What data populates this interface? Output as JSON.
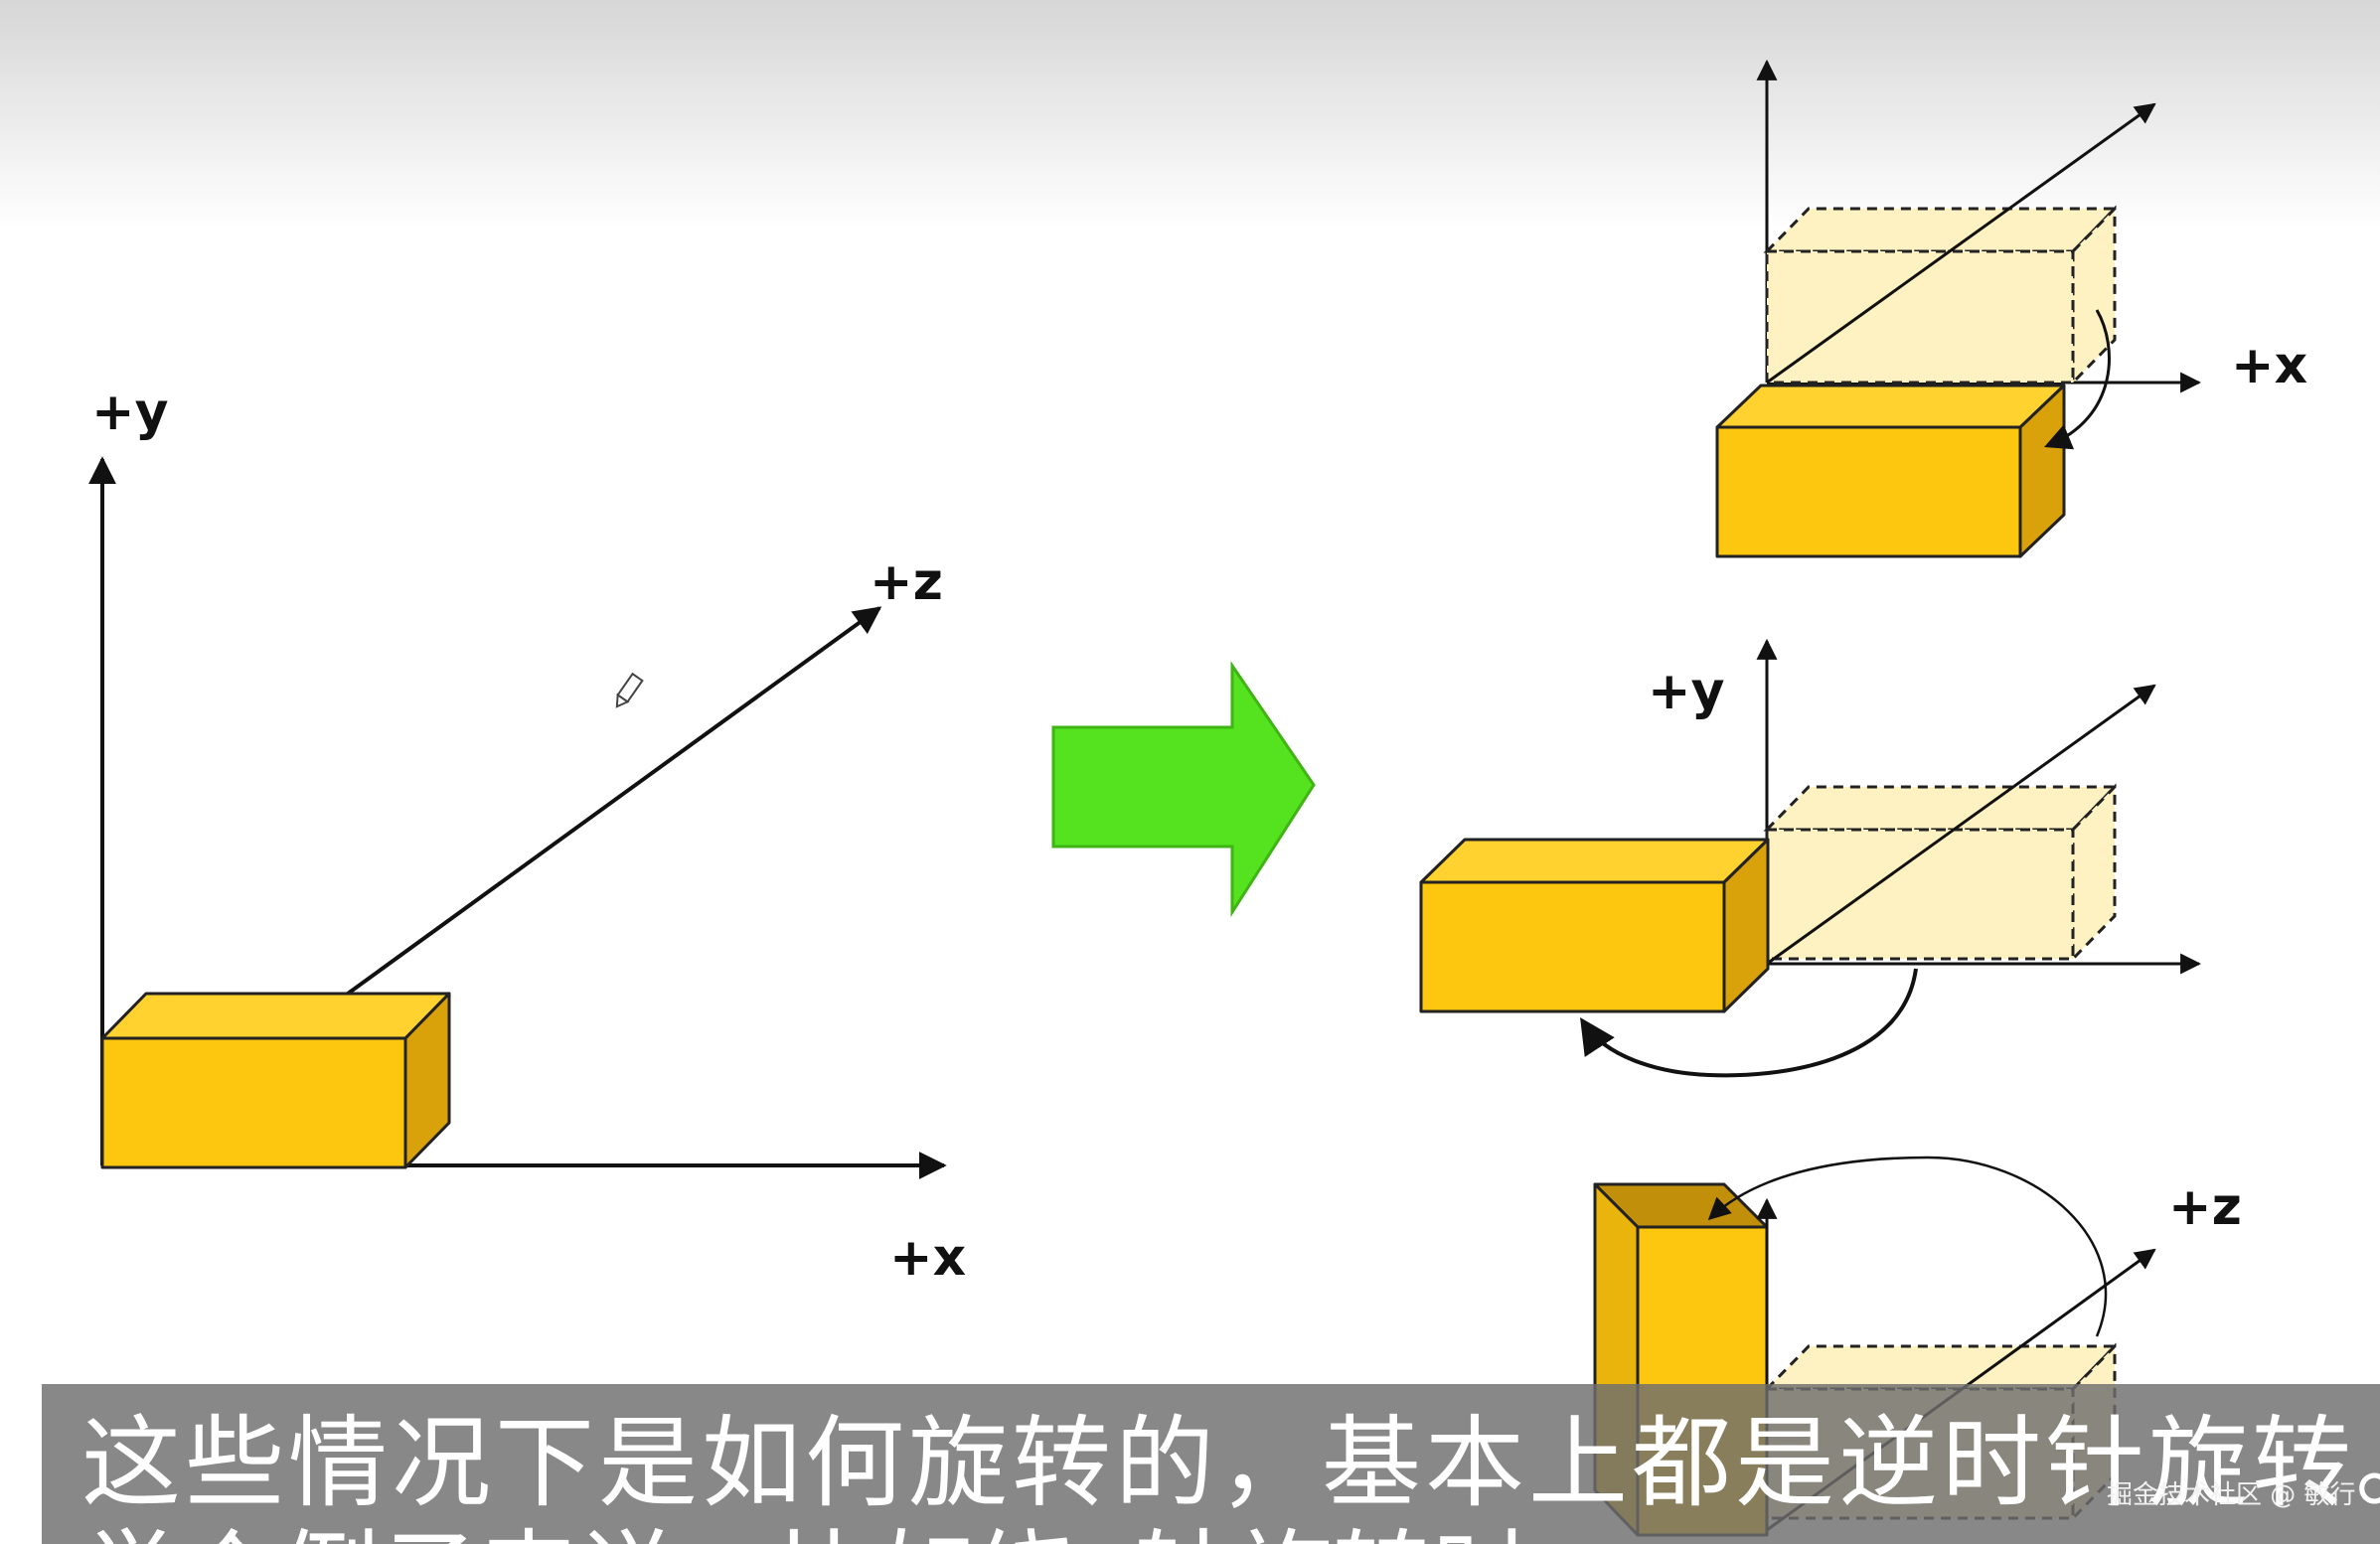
{
  "diagram": {
    "main_axes": {
      "y_label": "+y",
      "z_label": "+z",
      "x_label": "+x"
    },
    "rotation_x": {
      "x_label": "+x"
    },
    "rotation_y": {
      "y_label": "+y"
    },
    "rotation_z": {
      "z_label": "+z"
    },
    "colors": {
      "box_front": "#fdc70f",
      "box_top": "#ffd230",
      "box_side": "#d9a10a",
      "ghost_fill": "#fff2c2",
      "arrow_green": "#55e31f",
      "arrow_green_edge": "#3fb414"
    }
  },
  "subtitle": {
    "line1": "这些情况下是如何旋转的，基本上都是逆时针旋转。",
    "line2": "举个例子来说，比如绕x轴旋转时"
  },
  "watermark": "掘金技术社区 @ 敏行"
}
